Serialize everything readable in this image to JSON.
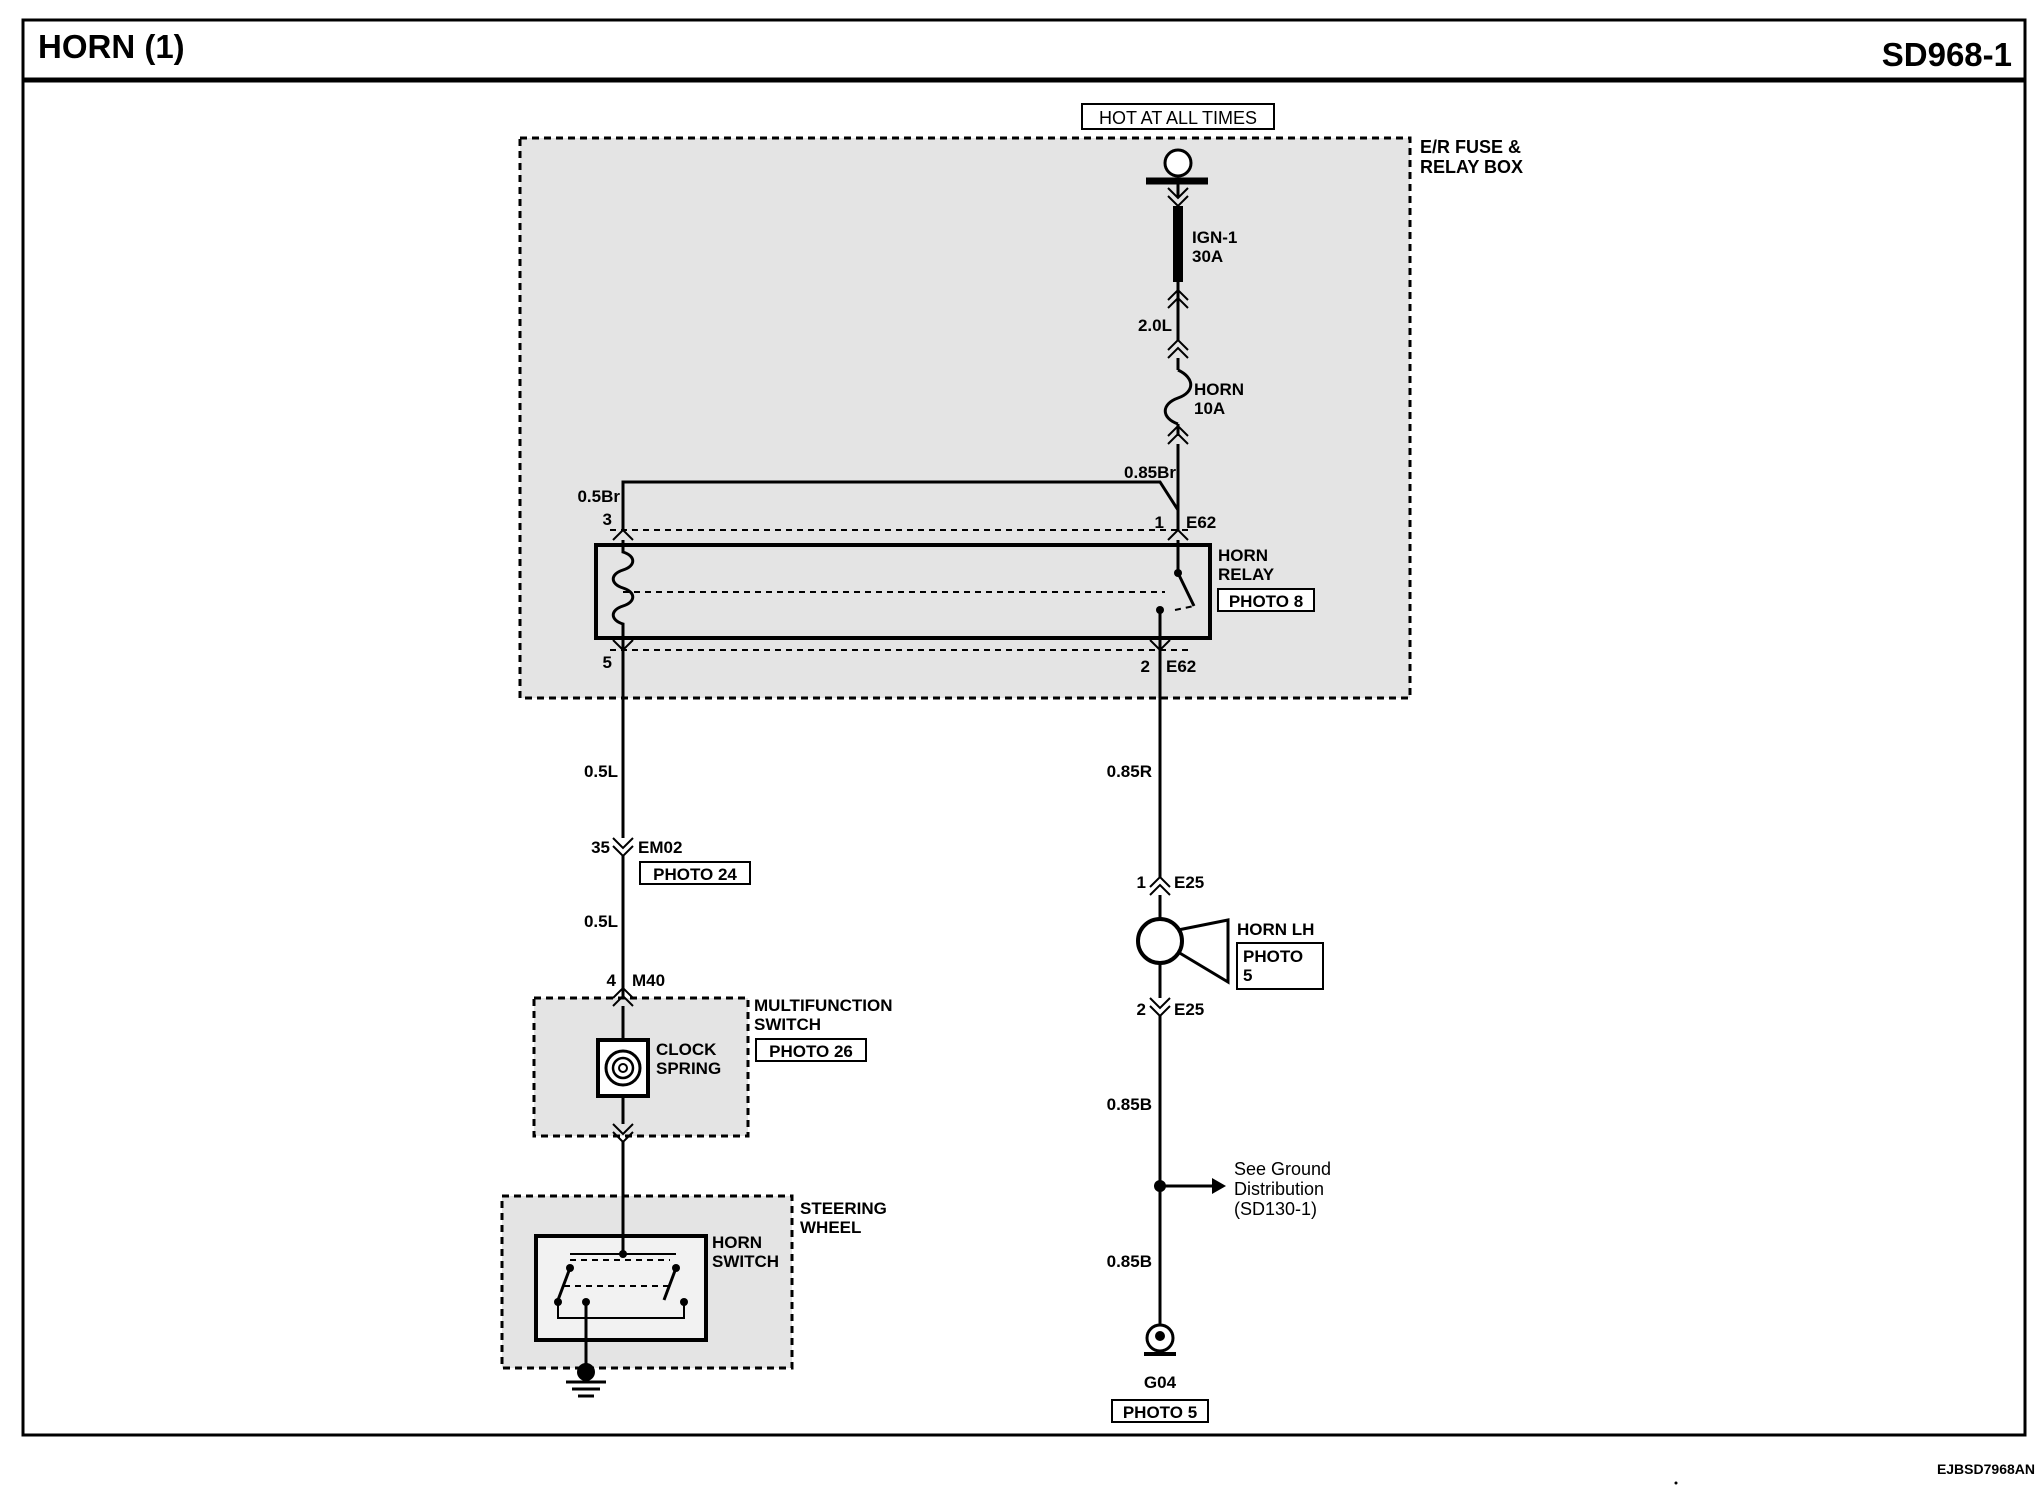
{
  "header": {
    "title": "HORN (1)",
    "code": "SD968-1"
  },
  "footer": {
    "ref": "EJBSD7968AN"
  },
  "power": {
    "label": "HOT AT ALL TIMES"
  },
  "fuse_relay_box": {
    "label_line1": "E/R FUSE &",
    "label_line2": "RELAY BOX",
    "fuse_ign": {
      "line1": "IGN-1",
      "line2": "30A"
    },
    "fuse_horn": {
      "line1": "HORN",
      "line2": "10A"
    }
  },
  "wires": {
    "w_2_0L": "2.0L",
    "w_085Br": "0.85Br",
    "w_05Br": "0.5Br",
    "w_05L_a": "0.5L",
    "w_05L_b": "0.5L",
    "w_085R": "0.85R",
    "w_085B_a": "0.85B",
    "w_085B_b": "0.85B"
  },
  "relay": {
    "label_line1": "HORN",
    "label_line2": "RELAY",
    "photo": "PHOTO 8",
    "pin1": "1",
    "pin2": "2",
    "pin3": "3",
    "pin5": "5",
    "conn_top": "E62",
    "conn_bottom": "E62"
  },
  "connector_em02": {
    "pin": "35",
    "name": "EM02",
    "photo": "PHOTO 24"
  },
  "connector_m40": {
    "pin": "4",
    "name": "M40"
  },
  "multifunction_switch": {
    "label_line1": "MULTIFUNCTION",
    "label_line2": "SWITCH",
    "photo": "PHOTO 26",
    "clock_line1": "CLOCK",
    "clock_line2": "SPRING"
  },
  "steering_wheel": {
    "label_line1": "STEERING",
    "label_line2": "WHEEL",
    "switch_line1": "HORN",
    "switch_line2": "SWITCH"
  },
  "horn_lh": {
    "label": "HORN LH",
    "photo_line1": "PHOTO",
    "photo_line2": "5",
    "pin_top": "1",
    "pin_bottom": "2",
    "conn_top": "E25",
    "conn_bottom": "E25"
  },
  "ground_note": {
    "line1": "See Ground",
    "line2": "Distribution",
    "line3": "(SD130-1)"
  },
  "ground_g04": {
    "name": "G04",
    "photo": "PHOTO 5"
  }
}
